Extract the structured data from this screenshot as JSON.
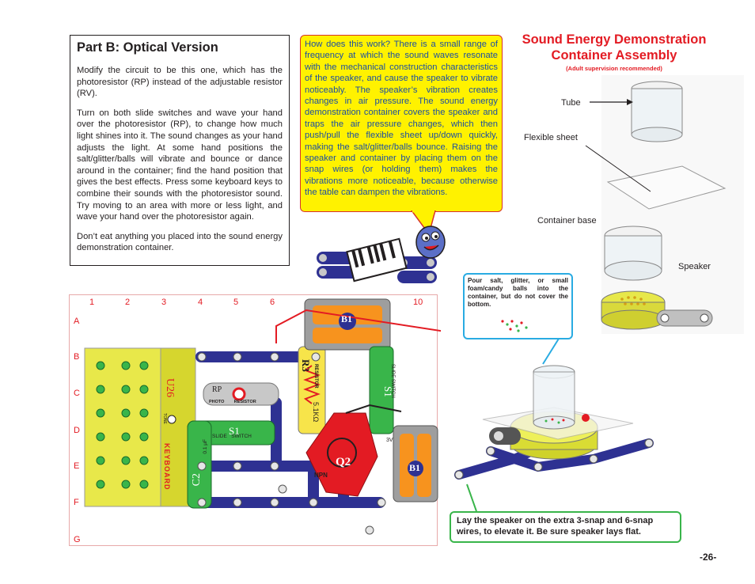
{
  "part_b": {
    "title": "Part B: Optical Version",
    "paragraphs": [
      "Modify the circuit to be this one, which has the photoresistor (RP) instead of the adjustable resistor (RV).",
      "Turn on both slide switches and wave your hand over the photoresistor (RP), to change how much light shines into it. The sound changes as your hand adjusts the light. At some hand positions the salt/glitter/balls will vibrate and bounce or dance around in the container; find the hand position that gives the best effects. Press some keyboard keys to combine their sounds with the photoresistor sound. Try moving to an area with more or less light, and wave your hand over the photoresistor again.",
      "Don’t eat anything you placed into the sound energy demonstration container."
    ]
  },
  "callout": {
    "text": "How does this work? There is a small range of frequency at which the sound waves resonate with the mechanical construction characteristics of the speaker, and cause the speaker to vibrate noticeably. The speaker’s vibration creates changes in air pressure. The sound energy demonstration container covers the speaker and traps the air pressure changes, which then push/pull the flexible sheet up/down quickly, making the salt/glitter/balls bounce. Raising the speaker and container by placing them on the snap wires (or holding them) makes the vibrations more noticeable, because otherwise the table can dampen the vibrations."
  },
  "assembly": {
    "title": "Sound Energy Demonstration Container Assembly",
    "subtitle": "(Adult supervision recommended)",
    "labels": {
      "tube": "Tube",
      "sheet": "Flexible sheet",
      "base": "Container base",
      "speaker": "Speaker"
    }
  },
  "pour_note": "Pour salt, glitter, or small foam/candy balls into the container, but do not cover the bottom.",
  "lay_note": "Lay the speaker on the extra 3-snap and 6-snap wires, to elevate it. Be sure speaker lays flat.",
  "page_number": "-26-",
  "grid": {
    "columns": [
      "1",
      "2",
      "3",
      "4",
      "5",
      "6",
      "10"
    ],
    "rows": [
      "A",
      "B",
      "C",
      "D",
      "E",
      "F",
      "G"
    ]
  },
  "components": {
    "u26": "U26",
    "keyboard": "KEYBOARD",
    "tone": "TONE",
    "rp": "RP",
    "rp_label": "PHOTO        RESISTOR",
    "r3": "R3",
    "r3_sub": "RESISTOR",
    "r3_val": "5.1KΩ",
    "s1": "S1",
    "s1_sub": "SLIDE   SWITCH",
    "c2": "C2",
    "c2_val": "0.1 μF",
    "q2": "Q2",
    "npn": "NPN",
    "b1": "B1",
    "b1_v": "3V"
  },
  "colors": {
    "accent_red": "#e31b23",
    "callout_bg": "#fff200",
    "callout_text": "#1b4ea3",
    "pour_border": "#29abe2",
    "lay_border": "#39b54a"
  }
}
